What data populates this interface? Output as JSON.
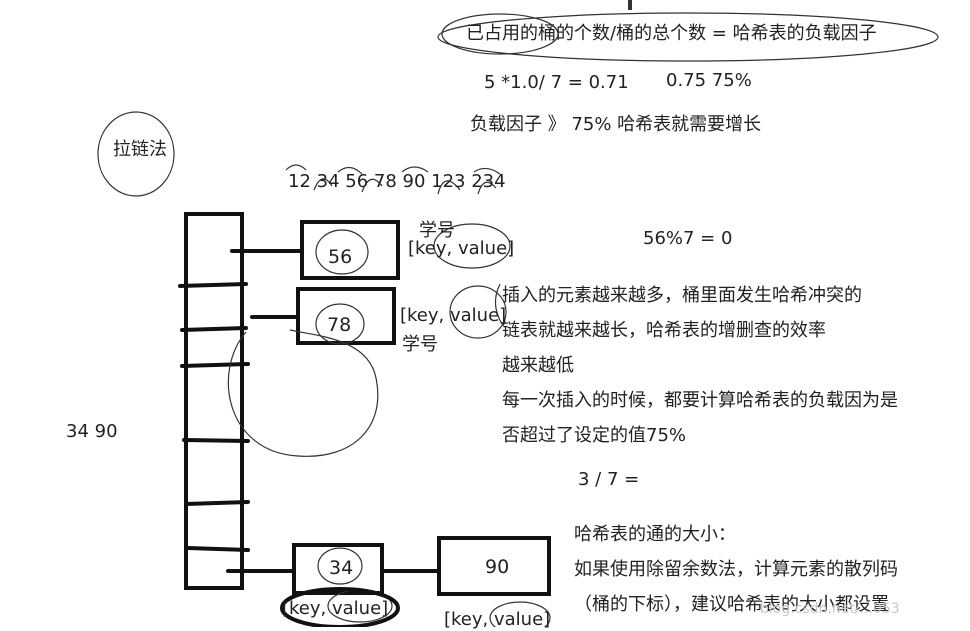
{
  "header": {
    "formula": "已占用的桶的个数/桶的总个数 = 哈希表的负载因子",
    "calc": "5 *1.0/ 7 = 0.71",
    "threshold": "0.75  75%",
    "rule": "负载因子 》 75%  哈希表就需要增长"
  },
  "labels": {
    "chaining": "拉链法",
    "input_keys": "12 34 56 78 90 123 234",
    "side_keys": "34  90",
    "mod_example": "56%7 = 0",
    "ratio": "3 / 7 =",
    "student_id_1": "学号",
    "student_id_2": "学号"
  },
  "nodes": {
    "n56": "56",
    "n78": "78",
    "n34": "34",
    "n90": "90",
    "kv_56": "[key, value]",
    "kv_78": "[key, value]",
    "kv_34": "[key, value]",
    "kv_90": "[key, value]"
  },
  "notes": {
    "line1": "插入的元素越来越多，桶里面发生哈希冲突的",
    "line2": "链表就越来越长，哈希表的增删查的效率",
    "line3": "越来越低",
    "line4": "每一次插入的时候，都要计算哈希表的负载因为是",
    "line5": "否超过了设定的值75%",
    "size_title": "哈希表的通的大小：",
    "size_line1": "如果使用除留余数法，计算元素的散列码",
    "size_line2": "（桶的下标），建议哈希表的大小都设置"
  },
  "watermark": "blog.csdn.net/...053"
}
